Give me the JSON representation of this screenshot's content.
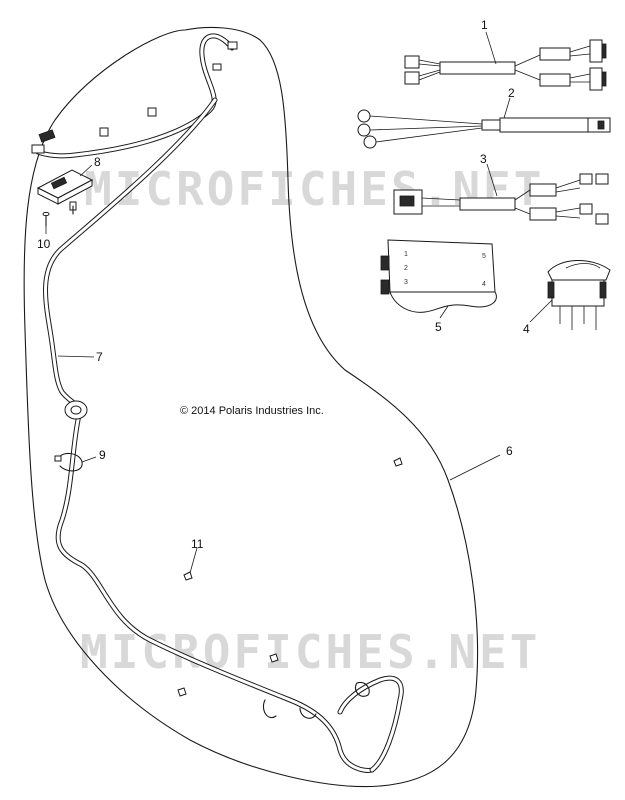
{
  "copyright": "© 2014 Polaris Industries Inc.",
  "watermark": "MICROFICHES.NET",
  "callouts": {
    "c1": "1",
    "c2": "2",
    "c3": "3",
    "c4": "4",
    "c5": "5",
    "c6": "6",
    "c7": "7",
    "c8": "8",
    "c9": "9",
    "c10": "10",
    "c11": "11"
  },
  "module_pins": {
    "p1": "1",
    "p2": "2",
    "p3": "3",
    "p4": "4",
    "p5": "5"
  }
}
